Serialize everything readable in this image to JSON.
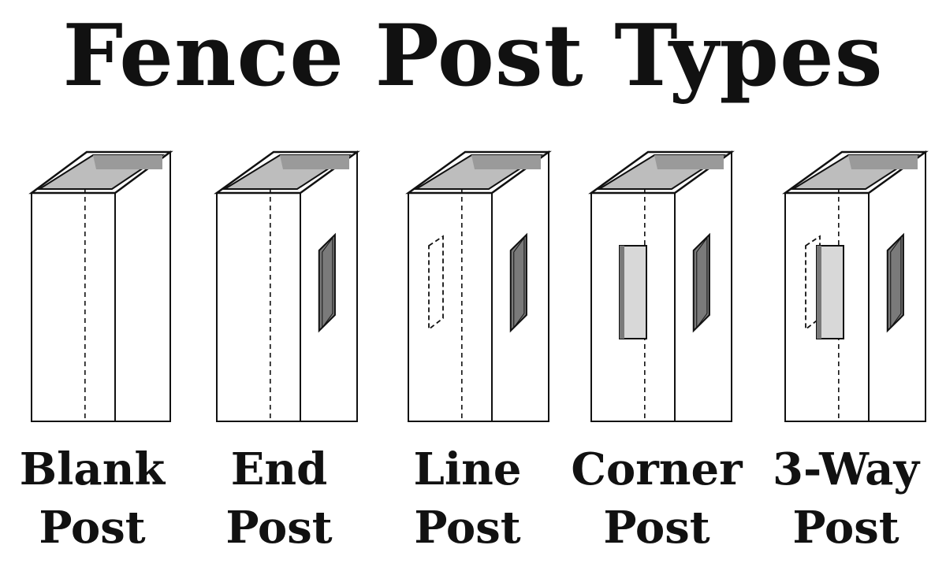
{
  "title": "Fence Post Types",
  "posts": [
    {
      "line1": "Blank",
      "line2": "Post",
      "front_slot": "none",
      "side_slot": false
    },
    {
      "line1": "End",
      "line2": "Post",
      "front_slot": "none",
      "side_slot": true
    },
    {
      "line1": "Line",
      "line2": "Post",
      "front_slot": "hidden",
      "side_slot": true
    },
    {
      "line1": "Corner",
      "line2": "Post",
      "front_slot": "visible",
      "side_slot": true
    },
    {
      "line1": "3-Way",
      "line2": "Post",
      "front_slot": "both",
      "side_slot": true
    }
  ],
  "colors": {
    "outline": "#111111",
    "inner_top": "#bdbdbd",
    "inner_back": "#9a9a9a",
    "slot_fill": "#7a7a7a",
    "slot_light": "#d8d8d8"
  }
}
